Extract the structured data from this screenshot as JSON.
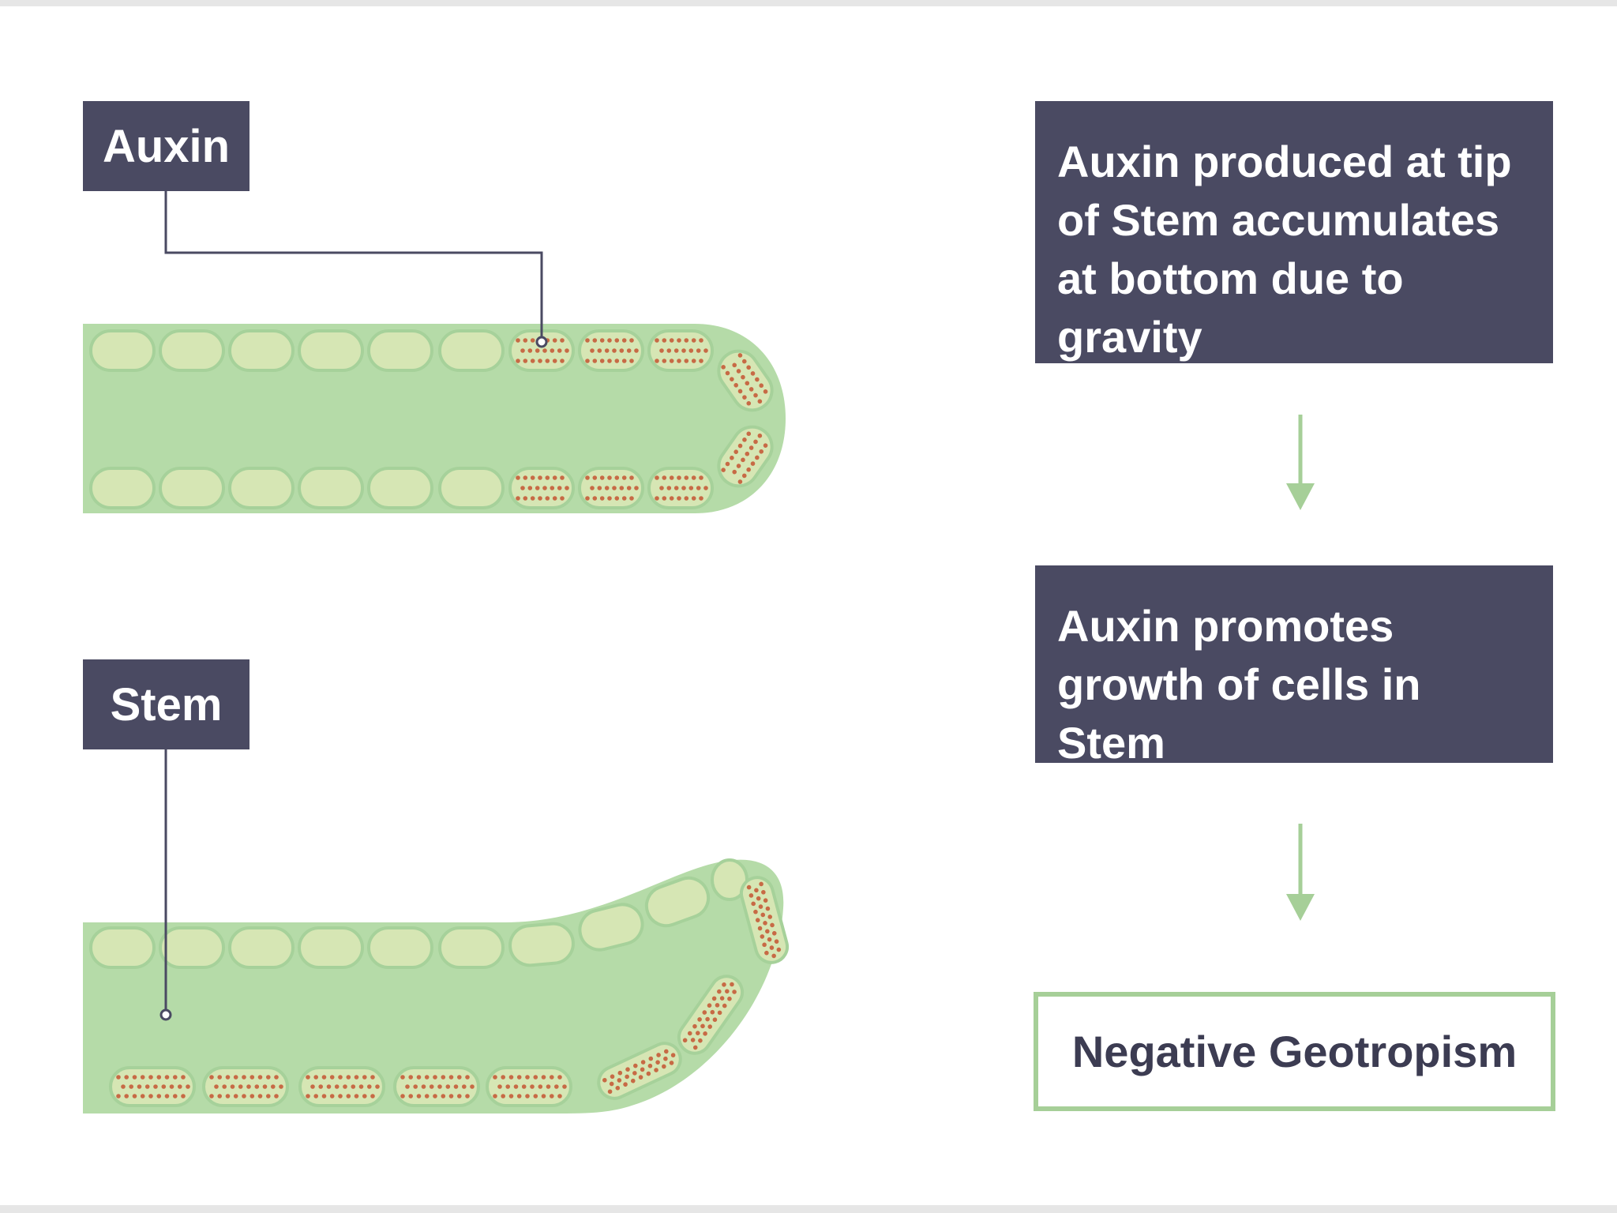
{
  "labels": {
    "auxin": "Auxin",
    "stem": "Stem"
  },
  "steps": [
    "Auxin produced at tip of Stem accumulates at bottom due to gravity",
    "Auxin promotes growth of cells in Stem"
  ],
  "result": "Negative Geotropism",
  "colors": {
    "label_bg": "#4a4a62",
    "label_text": "#ffffff",
    "stem_fill": "#b5dba8",
    "cell_fill": "#d6e6b4",
    "cell_stroke": "#a6d19a",
    "auxin_dot": "#c76a45",
    "arrow": "#a6cf98",
    "result_border": "#a6cf98"
  }
}
